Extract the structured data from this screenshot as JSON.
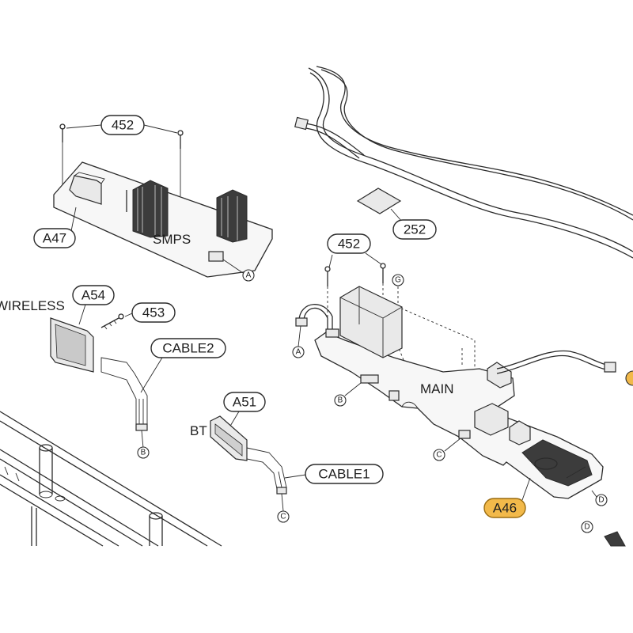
{
  "diagram": {
    "callouts": {
      "screw_452_top": "452",
      "smps_board": "A47",
      "smps_label": "SMPS",
      "wireless_label": "WIRELESS",
      "wireless_board": "A54",
      "screw_453": "453",
      "cable2": "CABLE2",
      "bt_label": "BT",
      "bt_board": "A51",
      "cable1": "CABLE1",
      "pad_252": "252",
      "screw_452_main": "452",
      "main_label": "MAIN",
      "main_board": "A46"
    },
    "connectors": {
      "smps_a": "A",
      "wireless_b": "B",
      "bt_c": "C",
      "main_g": "G",
      "main_a": "A",
      "main_b": "B",
      "main_c": "C",
      "main_d1": "D",
      "main_d2": "D"
    },
    "colors": {
      "line": "#2b2b2b",
      "highlight": "#f2b94a"
    }
  }
}
